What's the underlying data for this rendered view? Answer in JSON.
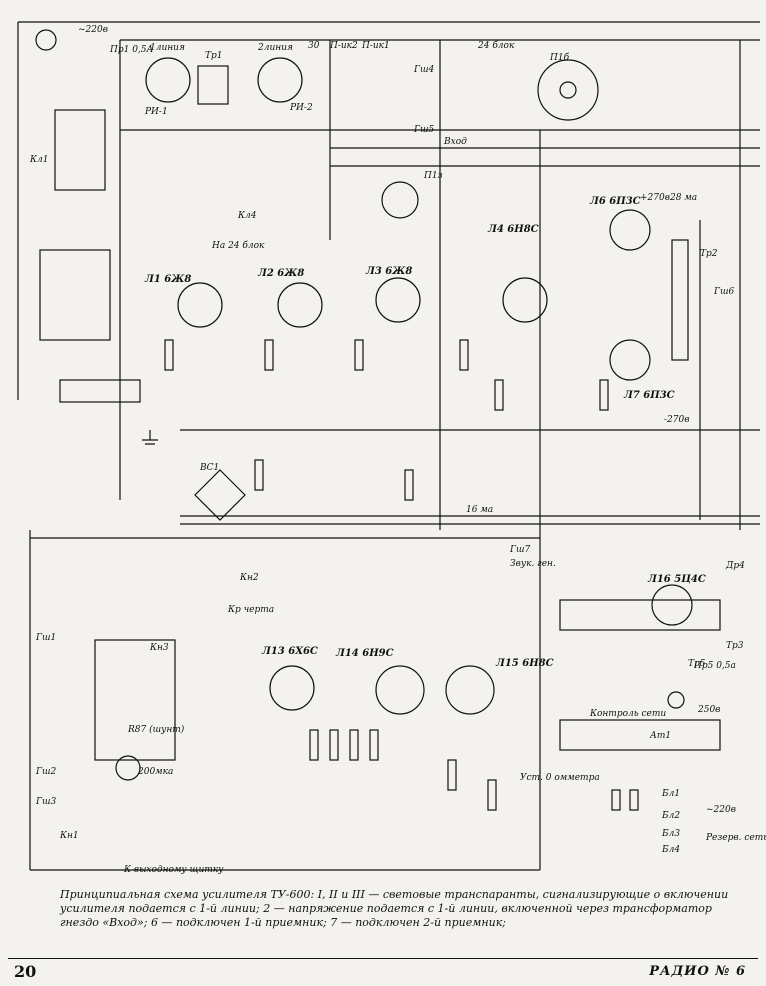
{
  "labels": {
    "mains_voltage": "~220в",
    "fuse1": "Пр1 0,5А",
    "line1": "1линия",
    "line2": "2линия",
    "tr1": "Тр1",
    "ri1": "РИ-1",
    "ri2": "РИ-2",
    "v30": "30",
    "pik2": "П-ик2",
    "pik1": "П-ик1",
    "v24blok": "24 блок",
    "p16": "П1б",
    "gsh4": "Гш4",
    "gsh5": "Гш5",
    "vhod": "Вход",
    "kl1": "Кл1",
    "kl4": "Кл4",
    "na24": "На 24 блок",
    "p13": "П1з",
    "l1_6zh8": "Л1 6Ж8",
    "l2_6zh8": "Л2 6Ж8",
    "l3_6zh8": "Л3 6Ж8",
    "l4_6n8s": "Л4 6Н8С",
    "l6_6p3s": "Л6 6П3С",
    "l7_6p3s": "Л7 6П3С",
    "tr2": "Тр2",
    "gsh6": "Гш6",
    "bc1": "ВС1",
    "plus270": "+270в",
    "minus270": "-270в",
    "ma28": "28 ма",
    "ma16": "16 ма",
    "l13_6x6s": "Л13 6Х6С",
    "l14_6n9s": "Л14 6Н9С",
    "l15_6n8s": "Л15 6Н8С",
    "l16_5c4s": "Л16 5Ц4С",
    "gsh1": "Гш1",
    "gsh2": "Гш2",
    "gsh3": "Гш3",
    "gsh7": "Гш7",
    "zvuk_gen": "Звук. ген.",
    "kn2": "Кн2",
    "kn3": "Кн3",
    "kn1": "Кн1",
    "kr_cherta": "Кр черта",
    "r87_shunt": "R87 (шунт)",
    "ma200": "200мка",
    "tr3": "Тр3",
    "tr5": "Тр5",
    "dr4": "Др4",
    "pr5": "Пр5 0,5а",
    "control_seti": "Контроль сети",
    "at1": "Ат1",
    "v250": "250в",
    "bl1": "Бл1",
    "bl2": "Бл2",
    "bl3": "Бл3",
    "bl4": "Бл4",
    "reserve": "Резерв. сеть",
    "to_panel": "К выходному щитку",
    "ust0": "Уст. 0 омметра",
    "v220b": "~220в"
  },
  "caption": {
    "line1": "Принципиальная схема усилителя ТУ-600: I, II и III — световые транспаранты, сигнализирующие о включении",
    "line2": "усилителя подается с 1-й линии; 2 — напряжение подается с 1-й линии, включенной через трансформатор",
    "line3": "гнездо «Вход»; 6 — подключен 1-й приемник; 7 — подключен 2-й приемник;"
  },
  "footer": {
    "page": "20",
    "magazine": "РАДИО № 6"
  }
}
